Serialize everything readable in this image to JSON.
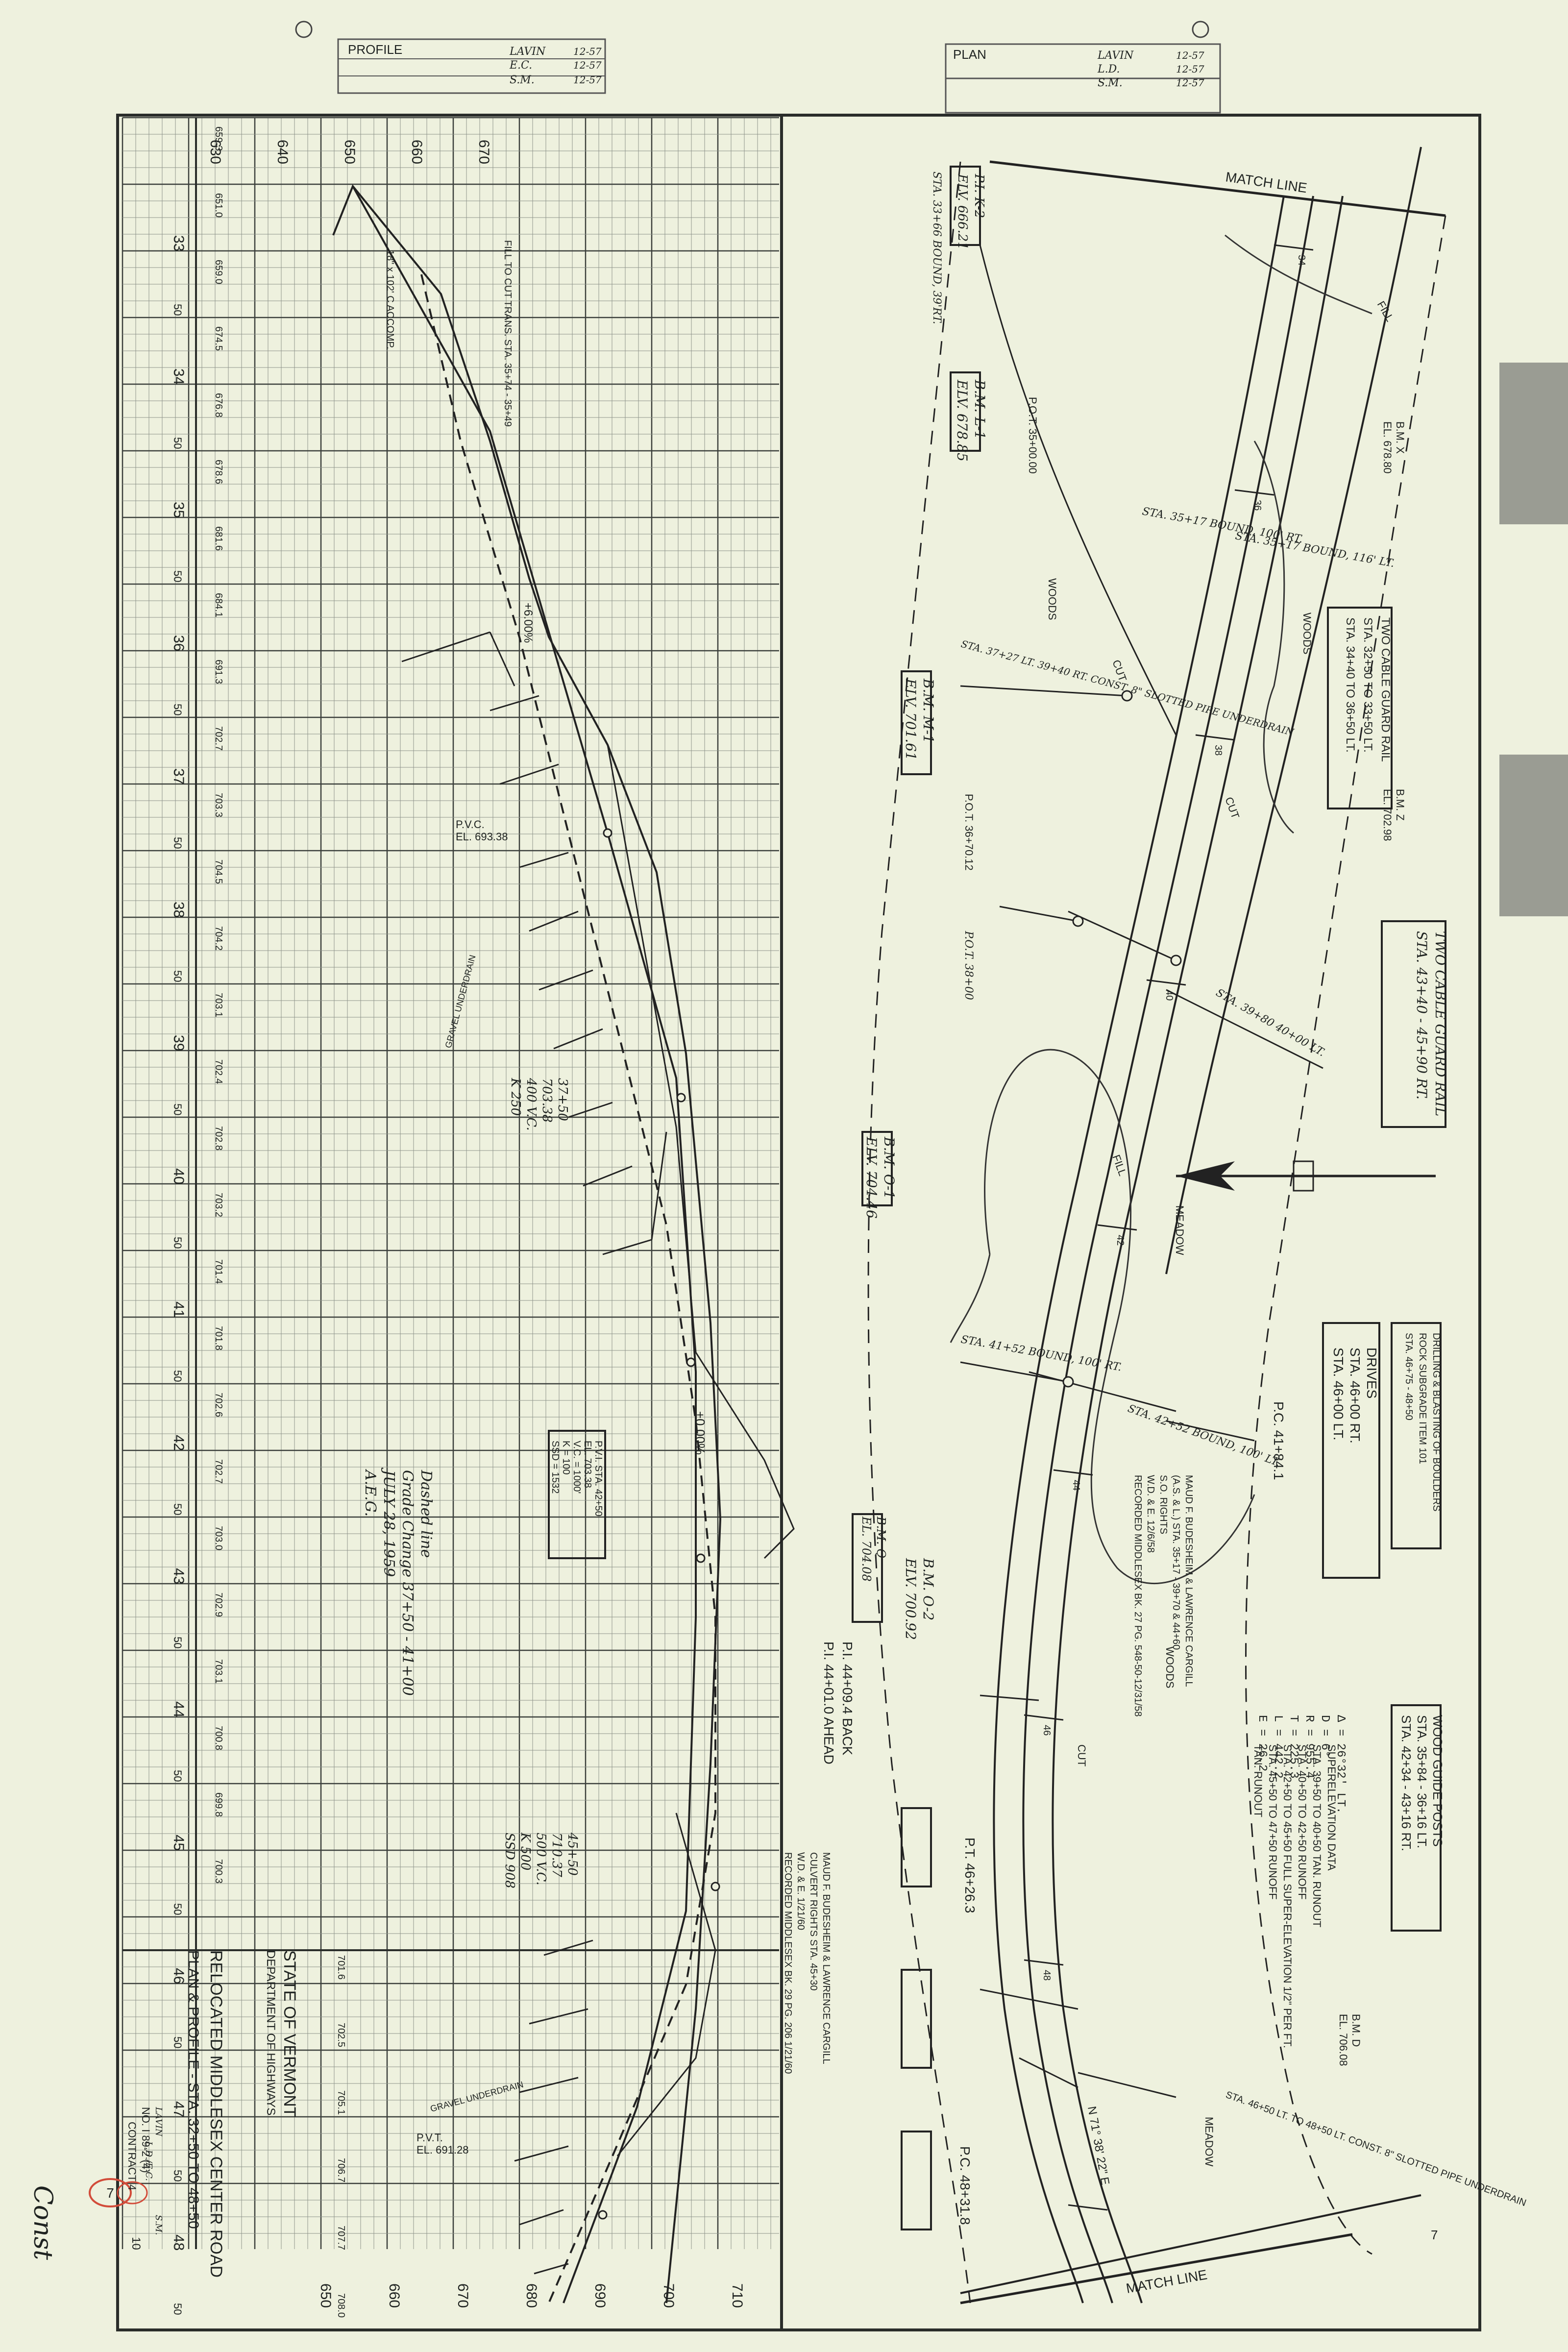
{
  "title_block": {
    "state": "STATE OF VERMONT",
    "department": "DEPARTMENT OF HIGHWAYS",
    "project": "RELOCATED MIDDLESEX CENTER ROAD",
    "sheet_title": "PLAN & PROFILE - STA. 32+50 TO 48+50",
    "project_number": "NO. I 89-2 (4)",
    "contract": "CONTRACT 4",
    "sheet_number": "7",
    "initials_left": "LAVIN",
    "initials_mid": "L.D./E.C.",
    "initials_right": "S.M."
  },
  "stamps": {
    "profile_label": "PROFILE",
    "plan_label": "PLAN",
    "designer": "LAVIN",
    "checker": "E.C.",
    "checker2": "L.D.",
    "traced": "S.M.",
    "date": "12-57",
    "corner_number": "7",
    "handwritten_sheet": "10",
    "handwritten_note": "Const"
  },
  "profile": {
    "elevation_labels_top": [
      "630",
      "640",
      "650",
      "660",
      "670"
    ],
    "elevation_labels_bottom": [
      "650",
      "660",
      "670",
      "680",
      "690",
      "700",
      "710"
    ],
    "stations": [
      "33",
      "34",
      "35",
      "36",
      "37",
      "38",
      "39",
      "40",
      "41",
      "42",
      "43",
      "44",
      "45",
      "46",
      "47",
      "48"
    ],
    "half_station_label": "50",
    "ground_elevations": [
      "659.3",
      "651.0",
      "659.0",
      "674.5",
      "676.8",
      "678.6",
      "681.6",
      "684.1",
      "691.3",
      "702.7",
      "703.3",
      "704.5",
      "704.2",
      "703.1",
      "702.4",
      "702.8",
      "703.2",
      "701.4",
      "701.8",
      "702.6",
      "702.7",
      "703.0",
      "702.9",
      "703.1",
      "700.8",
      "699.8",
      "700.3"
    ],
    "lower_elevations": [
      "701.6",
      "702.5",
      "705.1",
      "706.7",
      "707.7",
      "708.0"
    ],
    "grade_up": "+6.00%",
    "grade_down": "+0.00%",
    "pvc_left_label": "P.V.C.",
    "pvc_left_elev": "EL. 693.38",
    "pvt_label": "P.V.T.",
    "pvt_elev": "EL. 691.28",
    "fill_note": "FILL TO CUT TRANS. STA. 35+74 - 35+49",
    "culvert_note": "18\" x 102' C ACCOMP.",
    "pvi_box": [
      "P.V.I. STA. 42+50",
      "EL. 703.38",
      "V.C. = 1000'",
      "K = 100",
      "SSD = 1532"
    ],
    "curve_data_1": [
      "37+50",
      "703.38",
      "400 V.C.",
      "K 250"
    ],
    "curve_data_2": [
      "45+50",
      "710.37",
      "500 V.C.",
      "K 500",
      "SSD 908"
    ],
    "dashed_line_note": [
      "Dashed line",
      "Grade Change 37+50 - 41+00",
      "JULY 28, 1959",
      "A.E.G."
    ],
    "underdrain_note_1": "GRAVEL UNDERDRAIN",
    "underdrain_note_2": "GRAVEL UNDERDRAIN"
  },
  "plan": {
    "match_line": "MATCH LINE",
    "match_line_bottom": "MATCH LINE",
    "woods": "WOODS",
    "meadow": "MEADOW",
    "fill": "FILL",
    "cut": "CUT",
    "pi_box_1": [
      "P.I. K-2",
      "ELV. 666.21"
    ],
    "pi_note_1": "STA. 33+66 BOUND, 39'RT.",
    "bm_l1": [
      "B.M. L-1",
      "ELV. 678.85"
    ],
    "pot_1": "P.O.T. 35+00.00",
    "bm_m1": [
      "B.M. M-1",
      "ELV. 701.61"
    ],
    "pot_2": "P.O.T. 36+70.12",
    "pot_3": "P.O.T. 38+00",
    "bm_o1": [
      "B.M. O-1",
      "ELV. 704.46"
    ],
    "bm_o2": [
      "B.M. O-2",
      "ELV. 700.92"
    ],
    "bm_q": [
      "B.M. Q",
      "EL. 704.08"
    ],
    "bm_x": [
      "B.M. X",
      "EL. 678.80"
    ],
    "bm_z": [
      "B.M. Z",
      "EL. 702.98"
    ],
    "bm_d": [
      "B.M. D",
      "EL. 706.08"
    ],
    "sta_35": "STA. 35+17 BOUND, 100' RT.",
    "sta_35b": "STA. 35+17 BOUND, 116' LT.",
    "sta_37": "STA. 37+27 LT. 39+40 RT. CONST. 8\" SLOTTED PIPE UNDERDRAIN",
    "sta_39": "STA. 39+80 40+00 LT.",
    "sta_41_bound": "STA. 41+52 BOUND, 100' RT.",
    "sta_42_bound": "STA. 42+52 BOUND, 100' LT.",
    "pc_1": "P.C. 41+84.1",
    "pi_ahead": [
      "P.I. 44+09.4 BACK",
      "P.I. 44+01.0 AHEAD"
    ],
    "pt_1": "P.T. 46+26.3",
    "pc_2": "P.C. 48+31.8",
    "n_bearing": "N 71° 38' 22\" E",
    "sta_46_const": "STA. 46+50 LT. TO 48+50 LT. CONST. 8\" SLOTTED PIPE UNDERDRAIN",
    "gravel_note": "GRAVEL UNDERDRAIN",
    "recorded_1": [
      "MAUD F. BUDESHEIM & LAWRENCE CARGILL",
      "(A.S. & L.) STA. 35+17 - 39+70 & 44+60",
      "S.O. RIGHTS",
      "W.D. & E. 12/6/58",
      "RECORDED MIDDLESEX BK. 27 PG. 548-50-12/31/58"
    ],
    "recorded_2": [
      "MAUD F. BUDESHEIM & LAWRENCE CARGILL",
      "CULVERT RIGHTS STA. 45+30",
      "W.D. & E. 1/21/60",
      "RECORDED MIDDLESEX BK. 29 PG. 206 1/21/60"
    ],
    "curve": [
      "Δ = 26°32' LT.",
      "D = 6°",
      "R = 955.4",
      "T = 225.3",
      "L = 442.2",
      "E = 26.2"
    ],
    "superelevation": [
      "SUPERELEVATION DATA",
      "STA. 39+50 TO 40+50 TAN. RUNOUT",
      "STA. 40+50 TO 42+50 RUNOFF",
      "STA. 42+50 TO 45+50 FULL SUPER-ELEVATION 1/2\" PER FT.",
      "STA. 45+50 TO 47+50 RUNOFF",
      "TAN. RUNOUT"
    ],
    "guard_rail_1": [
      "TWO CABLE GUARD RAIL",
      "STA. 32+50 TO 33+50 LT.",
      "STA. 34+40 TO 36+50 LT."
    ],
    "guard_rail_2": [
      "TWO CABLE GUARD RAIL",
      "STA. 43+40 - 45+90 RT."
    ],
    "drives": [
      "DRIVES",
      "STA. 46+00 RT.",
      "STA. 46+00 LT."
    ],
    "drilling": [
      "DRILLING & BLASTING OF BOULDERS",
      "ROCK SUBGRADE ITEM 101",
      "STA. 46+75 - 48+50"
    ],
    "wood_posts": [
      "WOOD GUIDE POSTS",
      "STA. 35+84 - 36+16 LT.",
      "STA. 42+34 - 43+16 RT."
    ],
    "station_labels": [
      "34",
      "36",
      "38",
      "40",
      "42",
      "44",
      "46",
      "48"
    ]
  }
}
